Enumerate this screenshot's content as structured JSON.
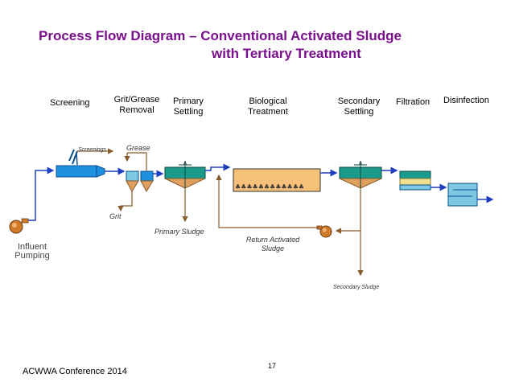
{
  "title_line1": "Process Flow Diagram – Conventional Activated Sludge",
  "title_line2": "with Tertiary Treatment",
  "stages": {
    "screening": "Screening",
    "grit_line1": "Grit/Grease",
    "grit_line2": "Removal",
    "primary_line1": "Primary",
    "primary_line2": "Settling",
    "bio_line1": "Biological",
    "bio_line2": "Treatment",
    "secondary_line1": "Secondary",
    "secondary_line2": "Settling",
    "filtration": "Filtration",
    "disinfection": "Disinfection"
  },
  "labels": {
    "screenings": "Screenings",
    "grease": "Grease",
    "grit": "Grit",
    "primary_sludge": "Primary Sludge",
    "ras_line1": "Return Activated",
    "ras_line2": "Sludge",
    "secondary_sludge": "Secondary Sludge",
    "influent_line1": "Influent",
    "influent_line2": "Pumping"
  },
  "footer": "ACWWA Conference 2014",
  "page_number": "17",
  "colors": {
    "title": "#7a0f8e",
    "flow": "#1f3fbf",
    "sludge": "#8a5a2b",
    "primary_tank": "#1a9a8a",
    "bio_tank": "#f5c07a",
    "screen": "#1e90e0",
    "pump": "#d07a2a",
    "filter_top": "#1a9a8a",
    "filter_mid": "#f0e090",
    "disinfection": "#7ec8e3"
  }
}
